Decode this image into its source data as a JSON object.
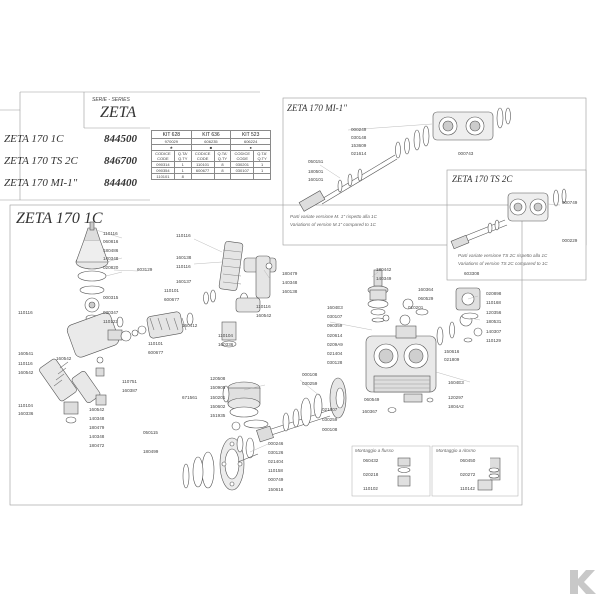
{
  "series_box": {
    "serie_label": "SERIE - SERIES",
    "series_name": "ZETA",
    "models": [
      {
        "name": "ZETA 170 1C",
        "code": "844500"
      },
      {
        "name": "ZETA 170 TS 2C",
        "code": "846700"
      },
      {
        "name": "ZETA 170 MI-1\"",
        "code": "844400"
      }
    ]
  },
  "kits": [
    {
      "title": "KIT 628",
      "code": "970029",
      "symbol": "★",
      "col_code": "CODICE CODE",
      "col_qty": "Q.TA' Q.TY",
      "rows": [
        [
          "090314",
          "1"
        ],
        [
          "090354",
          "1"
        ],
        [
          "110101",
          "8"
        ]
      ]
    },
    {
      "title": "KIT 636",
      "code": "606235",
      "symbol": "■",
      "col_code": "CODICE CODE",
      "col_qty": "Q.TA' Q.TY",
      "rows": [
        [
          "110101",
          "8"
        ],
        [
          "600677",
          "8"
        ],
        [
          "",
          ""
        ]
      ]
    },
    {
      "title": "KIT 523",
      "code": "606224",
      "symbol": "●",
      "col_code": "CODICE CODE",
      "col_qty": "Q.TA' Q.TY",
      "rows": [
        [
          "030201",
          "1"
        ],
        [
          "030107",
          "1"
        ],
        [
          "",
          ""
        ]
      ]
    }
  ],
  "mi_box": {
    "title": "ZETA 170 MI-1\"",
    "note_it": "Parti variate versione M. 1\" rispetto alla 1C",
    "note_en": "Variations of version M.1\" compared to 1C",
    "labels": [
      "000249",
      "030148",
      "153609",
      "021614",
      "000743",
      "050151",
      "180501",
      "160101"
    ]
  },
  "ts_box": {
    "title": "ZETA 170 TS 2C",
    "note_it": "Parti variate versione TS 2C rispetto alla 1C",
    "note_en": "Variations of version TS 2C compared to 1C",
    "labels": [
      "000749",
      "000229"
    ]
  },
  "main": {
    "title": "ZETA 170 1C",
    "left_labels": [
      "110116",
      "060816",
      "180486",
      "140348",
      "020820",
      "603129",
      "000315",
      "030347",
      "110123",
      "110116",
      "160541",
      "160542",
      "110116",
      "160542",
      "110751",
      "160387",
      "110104",
      "160336",
      "160542",
      "140348",
      "180479",
      "140348",
      "180472"
    ],
    "center_labels": [
      "110116",
      "160138",
      "110116",
      "160137",
      "110101",
      "600677",
      "160412",
      "110104",
      "160336",
      "110101",
      "600677",
      "110116",
      "160542",
      "180479",
      "140348",
      "160138"
    ],
    "right_labels": [
      "180442",
      "140349",
      "603308",
      "020898",
      "110168",
      "120356",
      "180531",
      "140307",
      "110129",
      "1604E3",
      "030107",
      "090359",
      "020614",
      "0209A9",
      "021404",
      "030128",
      "160364",
      "060529",
      "010201",
      "150616",
      "021809",
      "1604E3",
      "120297",
      "1804A2",
      "060549",
      "160367"
    ],
    "bottom_labels": [
      "120508",
      "150905",
      "150201",
      "150602",
      "151935",
      "671561",
      "050115",
      "180499",
      "000246",
      "030126",
      "021404",
      "110158",
      "000749",
      "150616",
      "000108",
      "030259",
      "021807",
      "030259",
      "000108"
    ],
    "inset_left": {
      "title": "Montaggio a flusso",
      "labels": [
        "060432",
        "020218",
        "110102"
      ]
    },
    "inset_right": {
      "title": "Montaggio a ritorno",
      "labels": [
        "060450",
        "020272",
        "110142"
      ]
    }
  }
}
